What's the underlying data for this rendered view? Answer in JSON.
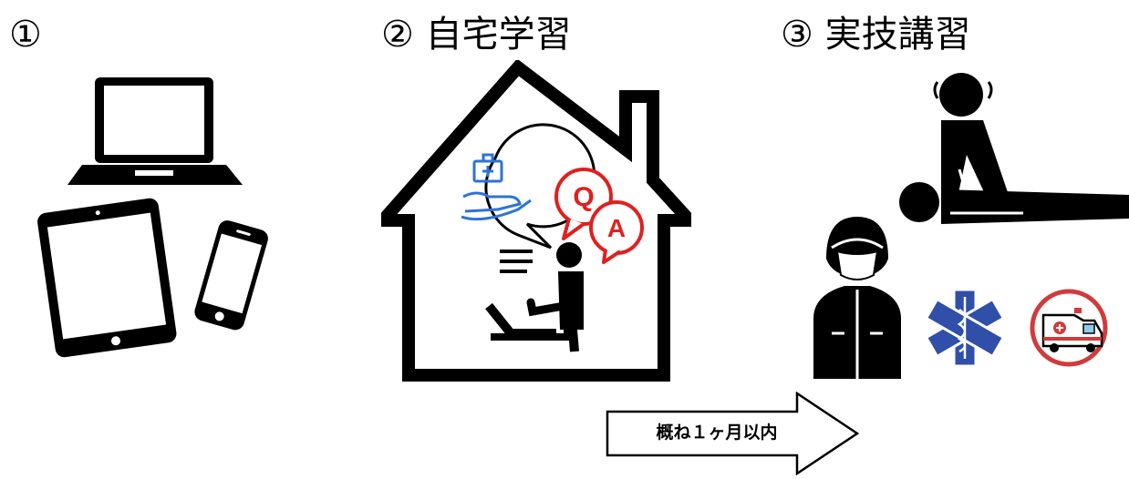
{
  "steps": [
    {
      "label": "①"
    },
    {
      "label": "② 自宅学習"
    },
    {
      "label": "③ 実技講習"
    }
  ],
  "arrow": {
    "label": "概ね１ヶ月以内"
  },
  "qa": {
    "q": "Q",
    "a": "A"
  },
  "colors": {
    "black": "#000000",
    "blue": "#2d73d6",
    "red": "#e02020",
    "ambulance_red": "#d13b3b",
    "star_blue": "#2f4fa8"
  },
  "icons": [
    "laptop-icon",
    "tablet-icon",
    "smartphone-icon",
    "house-icon",
    "medical-hand-icon",
    "qa-bubbles-icon",
    "studying-person-icon",
    "cpr-icon",
    "paramedic-icon",
    "star-of-life-icon",
    "ambulance-icon"
  ]
}
